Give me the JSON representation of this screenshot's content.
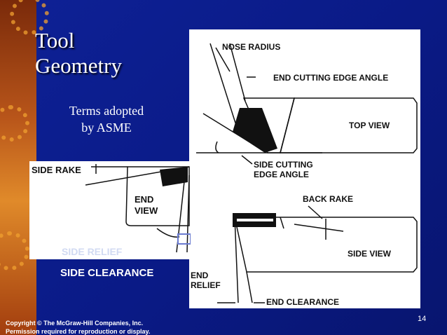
{
  "title_line1": "Tool",
  "title_line2": "Geometry",
  "subtitle_line1": "Terms adopted",
  "subtitle_line2": "by ASME",
  "labels": {
    "nose_radius": "NOSE RADIUS",
    "end_cutting_edge_angle": "END CUTTING EDGE ANGLE",
    "top_view": "TOP VIEW",
    "side_cutting_line1": "SIDE CUTTING",
    "side_cutting_line2": "EDGE ANGLE",
    "back_rake": "BACK RAKE",
    "side_view": "SIDE VIEW",
    "end_relief_line1": "END",
    "end_relief_line2": "RELIEF",
    "end_clearance": "END CLEARANCE",
    "side_rake": "SIDE RAKE",
    "end_view_line1": "END",
    "end_view_line2": "VIEW",
    "side_relief": "SIDE RELIEF",
    "side_clearance": "SIDE CLEARANCE"
  },
  "page_number": "14",
  "copyright_line1": "Copyright © The McGraw-Hill Companies, Inc.",
  "copyright_line2": "Permission required for reproduction or display.",
  "colors": {
    "background": "#0a1a8c",
    "accent": "#e08a2a"
  }
}
